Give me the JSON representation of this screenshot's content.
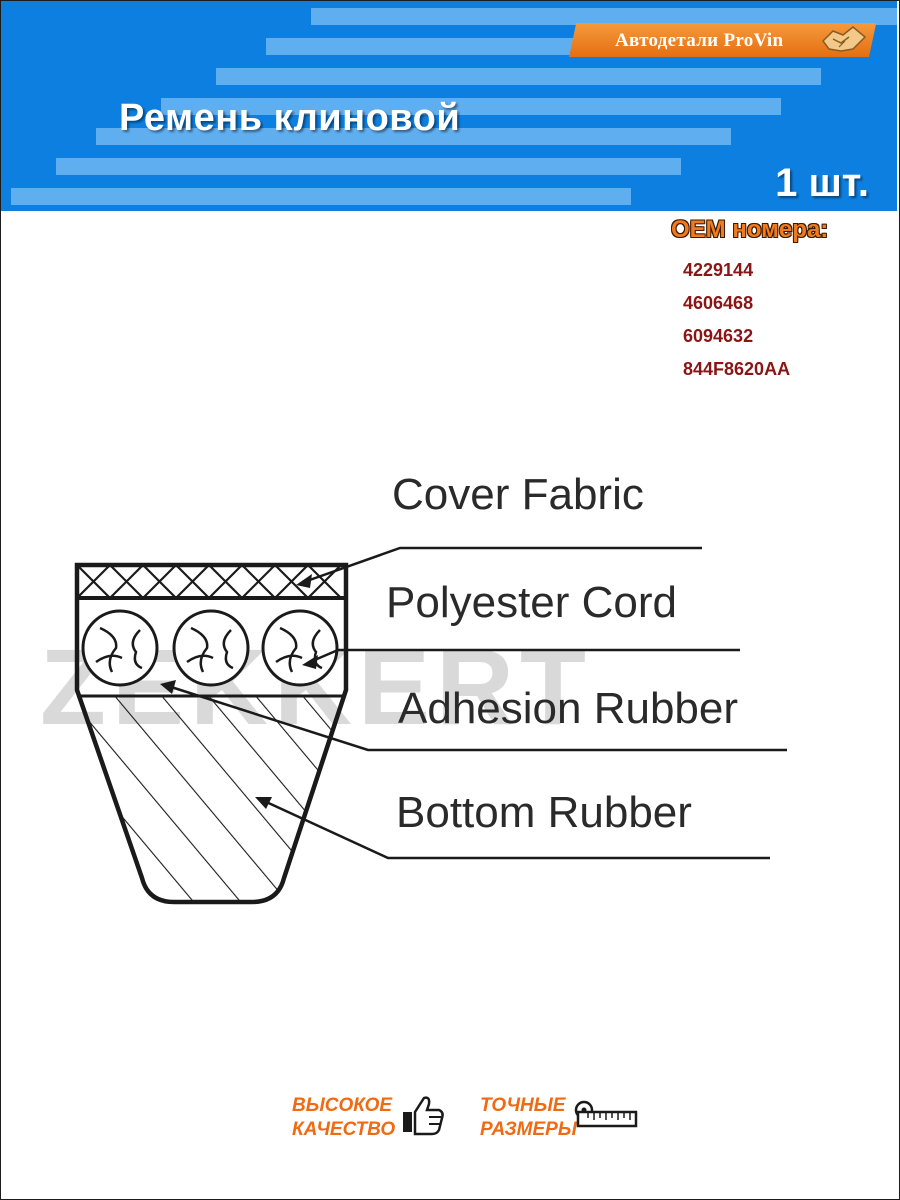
{
  "header": {
    "brand": "Автодетали ProVin",
    "title": "Ремень клиновой",
    "quantity": "1 шт.",
    "colors": {
      "banner": "#0d7fe0",
      "brand_tag": "#ee8424"
    }
  },
  "oem": {
    "title": "OEM номера:",
    "numbers": [
      "4229144",
      "4606468",
      "6094632",
      "844F8620AA"
    ]
  },
  "diagram": {
    "watermark": "ZEKKERT",
    "labels": {
      "cover_fabric": "Cover Fabric",
      "polyester_cord": "Polyester Cord",
      "adhesion_rubber": "Adhesion Rubber",
      "bottom_rubber": "Bottom Rubber"
    }
  },
  "footer": {
    "quality_line1": "ВЫСОКОЕ",
    "quality_line2": "КАЧЕСТВО",
    "quality_icon": "thumbs-up-icon",
    "sizes_line1": "ТОЧНЫЕ",
    "sizes_line2": "РАЗМЕРЫ",
    "sizes_icon": "tape-measure-icon"
  }
}
